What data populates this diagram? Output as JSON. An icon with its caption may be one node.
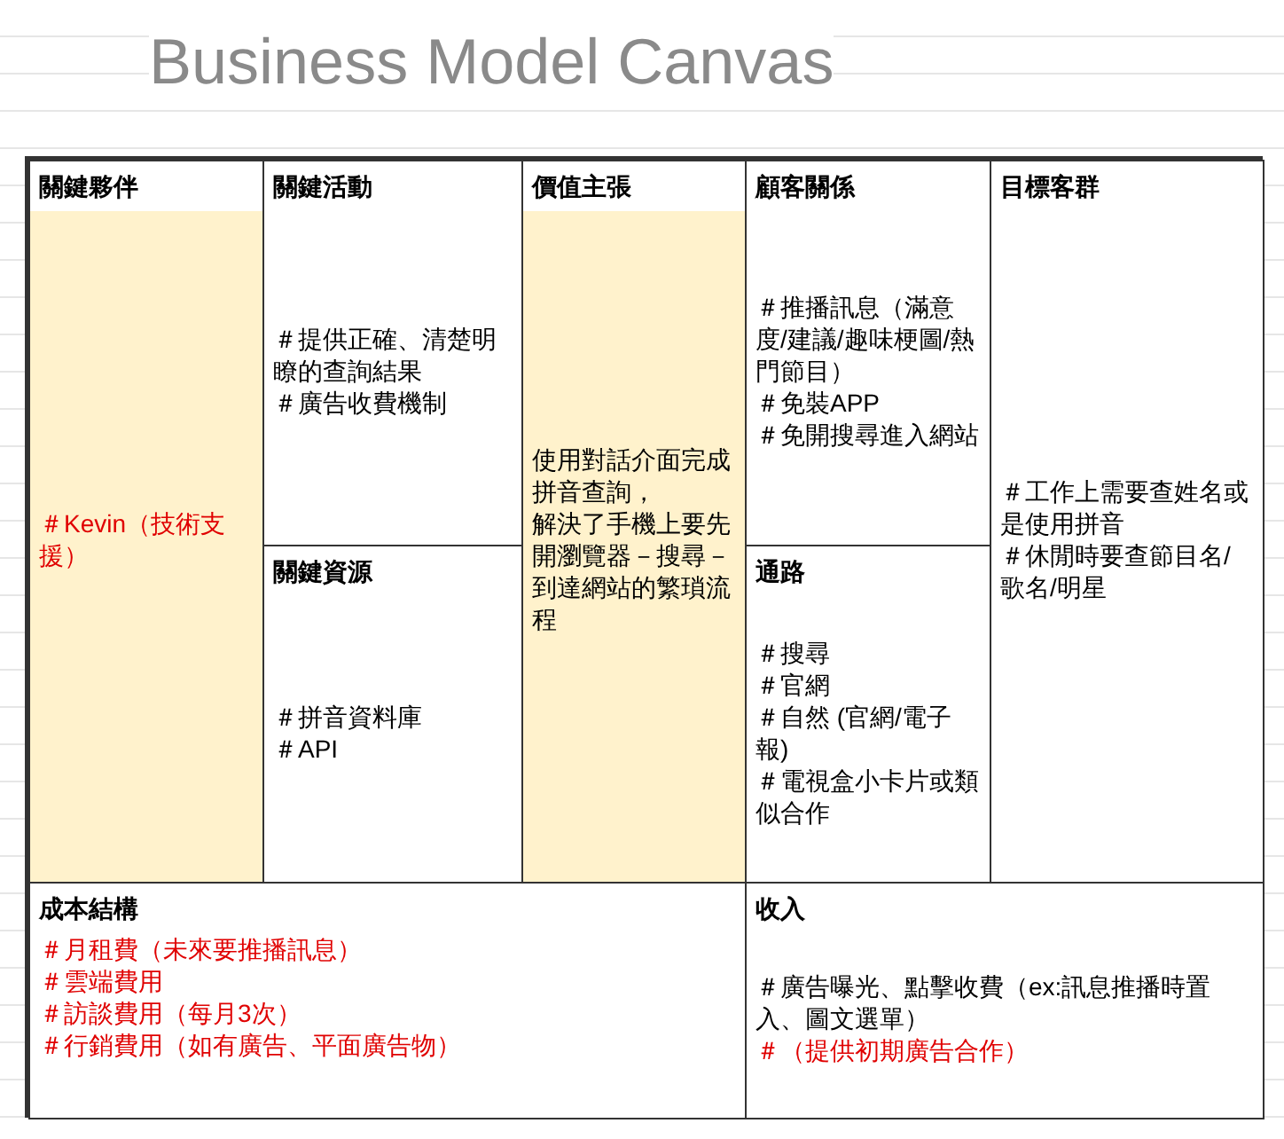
{
  "diagram": {
    "title": "Business Model Canvas",
    "nodes": [
      {
        "text": [
          "關鍵夥伴",
          "＃Kevin（技術支援）"
        ]
      },
      {
        "text": [
          "關鍵活動",
          "＃提供正確、清楚明瞭的查詢結果",
          "＃廣告收費機制"
        ]
      },
      {
        "text": [
          "關鍵資源",
          "＃拼音資料庫",
          "＃API"
        ]
      },
      {
        "text": [
          "價值主張",
          "使用對話介面完成拼音查詢，",
          "解決了手機上要先開瀏覽器－搜尋－到達網站的繁瑣流程"
        ]
      },
      {
        "text": [
          "顧客關係",
          "＃推播訊息（滿意度/建議/趣味梗圖/熱門節目）",
          "＃免裝APP",
          "＃免開搜尋進入網站"
        ]
      },
      {
        "text": [
          "通路",
          "＃搜尋",
          "＃官網",
          "＃自然 (官網/電子報)",
          "＃電視盒小卡片或類似合作"
        ]
      },
      {
        "text": [
          "目標客群",
          "＃工作上需要查姓名或是使用拼音",
          "＃休閒時要查節目名/歌名/明星"
        ]
      },
      {
        "text": [
          "成本結構",
          "＃月租費（未來要推播訊息）",
          "＃雲端費用",
          "＃訪談費用（每月3次）",
          "＃行銷費用（如有廣告、平面廣告物）"
        ]
      },
      {
        "text": [
          "收入",
          "＃廣告曝光、點擊收費（ex:訊息推播時置入、圖文選單）",
          "＃（提供初期廣告合作）"
        ]
      }
    ]
  }
}
